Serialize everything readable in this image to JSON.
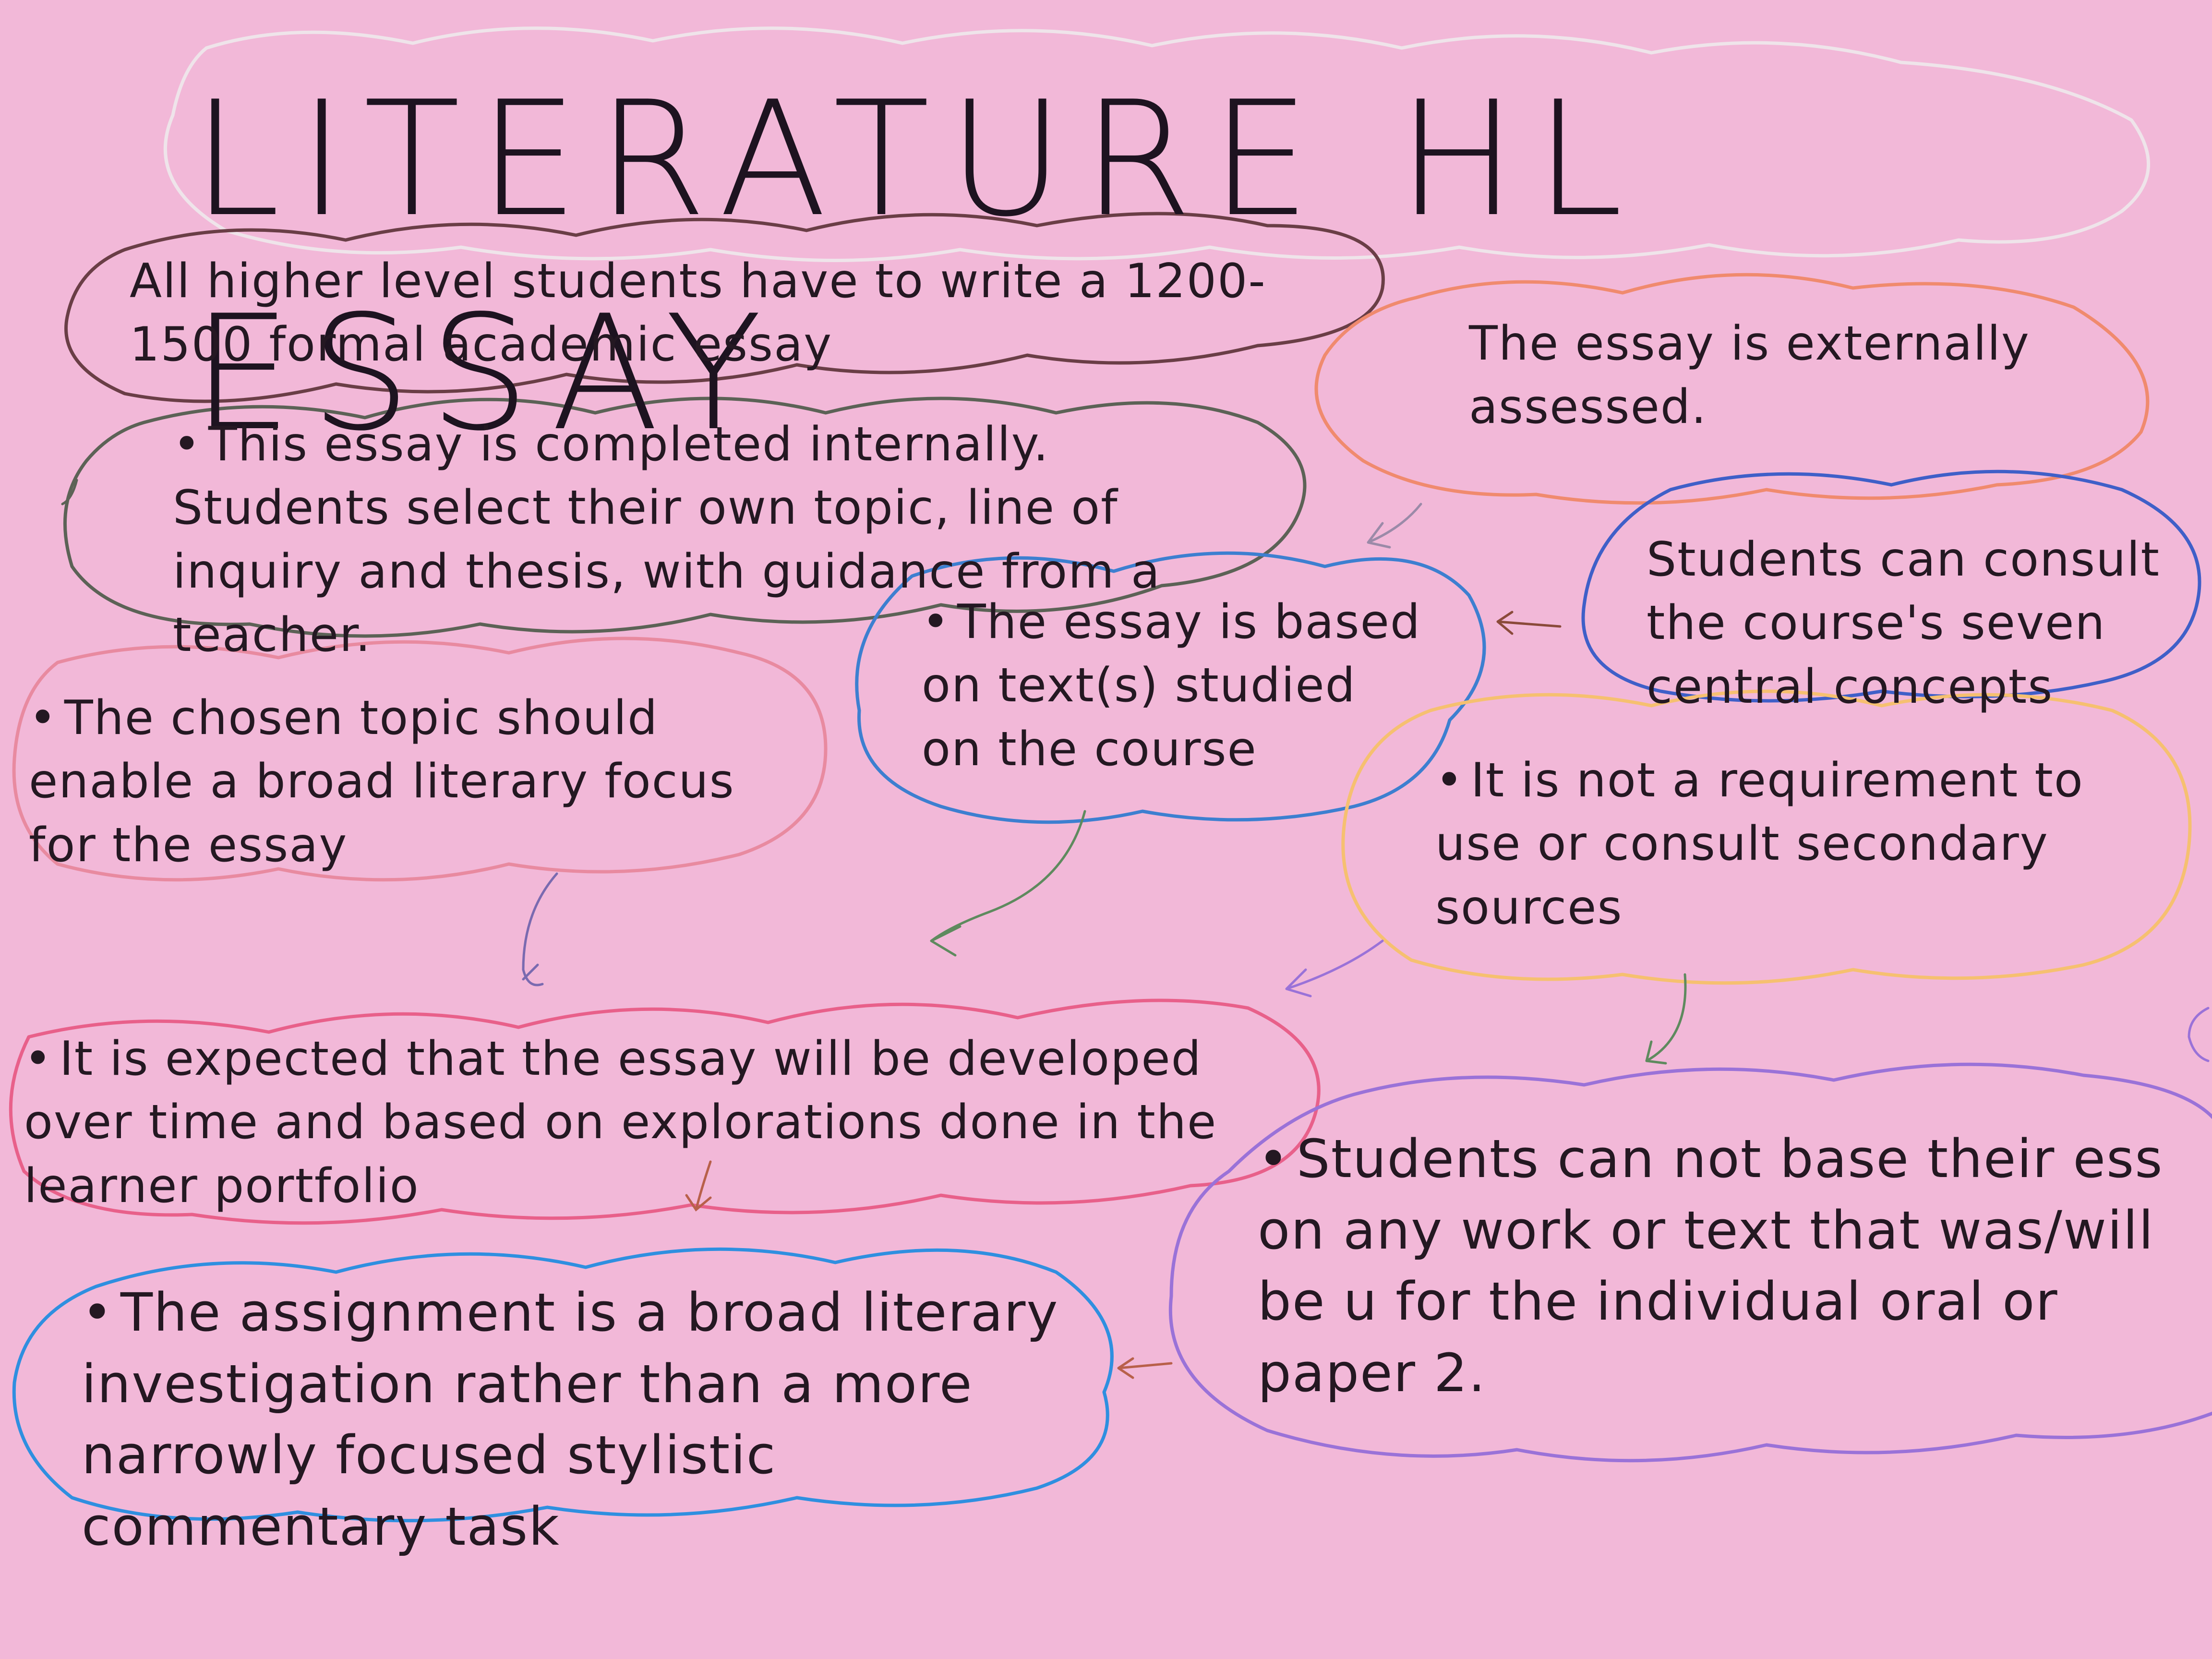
{
  "title": "LITERATURE HL ESSAY",
  "notes": {
    "intro": "All higher level students have to write a 1200-1500 formal academic essay",
    "external": "The essay is externally assessed.",
    "internal": "This essay is completed internally. Students select their own topic, line of inquiry and thesis, with guidance from a teacher.",
    "texts_studied": "The essay is based on text(s) studied on the course",
    "concepts": "Students can consult the course's seven central concepts",
    "topic": "The chosen topic should enable a broad literary focus for the essay",
    "secondary": "It is not a requirement to use or consult secondary sources",
    "portfolio": "It is expected that the essay will be developed over time and based on explorations done in the learner portfolio",
    "not_base": "Students can not base their ess on any work or text that was/will be u for the individual oral or paper 2.",
    "assignment": "The assignment is a broad literary investigation rather than a more narrowly focused stylistic commentary task"
  },
  "colors": {
    "paper": "#f2b8d8",
    "ink": "#241822",
    "cloud_title": "#efe4ea",
    "cloud_intro": "#6a3e46",
    "cloud_internal": "#5c6256",
    "cloud_external": "#f08a6e",
    "cloud_texts": "#3d7fd0",
    "cloud_concepts": "#3f5fc8",
    "cloud_topic": "#e88aa0",
    "cloud_secondary": "#f6c070",
    "cloud_portfolio": "#e8608a",
    "cloud_not_base": "#9a72d8",
    "cloud_assignment": "#2f8fe0"
  },
  "bullet_glyph": "•"
}
